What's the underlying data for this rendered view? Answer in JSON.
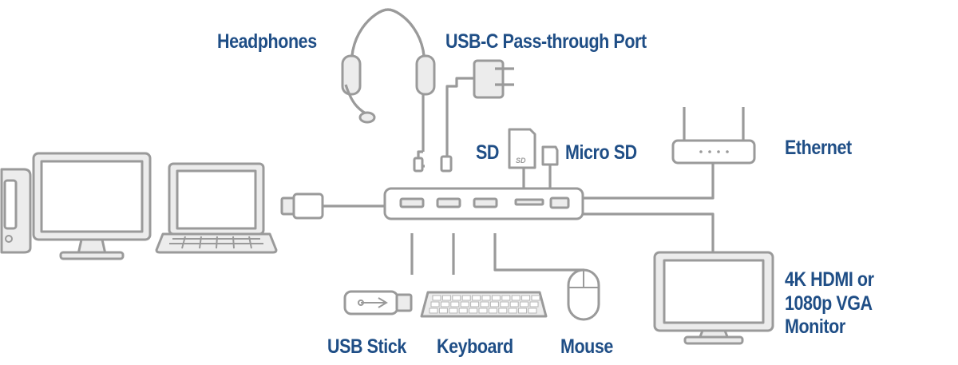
{
  "labels": {
    "headphones": "Headphones",
    "passthrough": "USB-C Pass-through Port",
    "sd": "SD",
    "microsd": "Micro SD",
    "ethernet": "Ethernet",
    "monitor": "4K HDMI or\n1080p VGA Monitor",
    "usbstick": "USB Stick",
    "keyboard": "Keyboard",
    "mouse": "Mouse"
  },
  "colors": {
    "label": "#1f4e86",
    "line": "#9a9a9a",
    "fill": "#ececec"
  },
  "icons": [
    "desktop-tower-icon",
    "desktop-monitor-icon",
    "laptop-icon",
    "usb-c-plug-icon",
    "usb-hub-icon",
    "headphones-icon",
    "power-adapter-icon",
    "sd-card-icon",
    "micro-sd-icon",
    "router-icon",
    "external-monitor-icon",
    "usb-stick-icon",
    "keyboard-icon",
    "mouse-icon"
  ]
}
